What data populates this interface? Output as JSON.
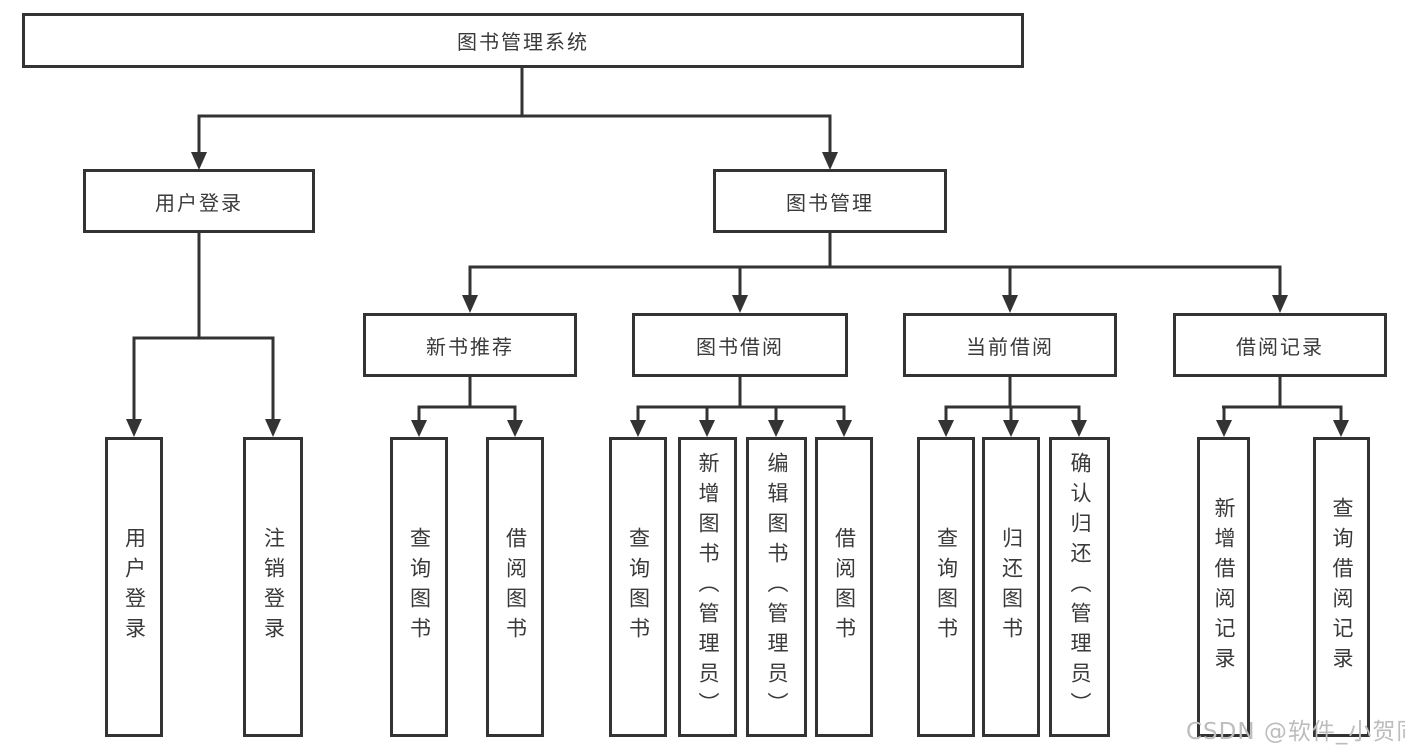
{
  "colors": {
    "line": "#333333",
    "text": "#3a3a3a",
    "box_bg": "#ffffff",
    "watermark": "#bdbdbd"
  },
  "watermark": "CSDN @软件_小贺同学",
  "tree": {
    "root": "图书管理系统",
    "user_login": {
      "label": "用户登录",
      "children": [
        "用户登录",
        "注销登录"
      ]
    },
    "book_mgmt": {
      "label": "图书管理",
      "groups": [
        {
          "label": "新书推荐",
          "children": [
            "查询图书",
            "借阅图书"
          ]
        },
        {
          "label": "图书借阅",
          "children": [
            "查询图书",
            "新增图书（管理员）",
            "编辑图书（管理员）",
            "借阅图书"
          ]
        },
        {
          "label": "当前借阅",
          "children": [
            "查询图书",
            "归还图书",
            "确认归还（管理员）"
          ]
        },
        {
          "label": "借阅记录",
          "children": [
            "新增借阅记录",
            "查询借阅记录"
          ]
        }
      ]
    }
  }
}
